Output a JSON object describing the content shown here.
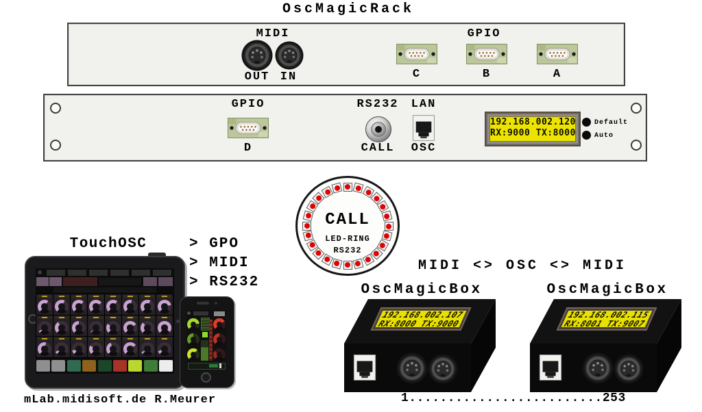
{
  "title": "OscMagicRack",
  "colors": {
    "led_red": "#dd0404",
    "lcd_yellow": "#ece400",
    "knob_purple": "#c7a3cf",
    "knob_purple_base": "#392d39",
    "knob_green": "#9ed42c",
    "knob_red": "#d63828"
  },
  "rack_top": {
    "midi_label": "MIDI",
    "midi_out": "OUT",
    "midi_in": "IN",
    "gpio_label": "GPIO",
    "gpio_ports": [
      "C",
      "B",
      "A"
    ]
  },
  "rack_bottom": {
    "gpio_label": "GPIO",
    "gpio_port": "D",
    "rs232_label": "RS232",
    "rs232_sub": "CALL",
    "lan_label": "LAN",
    "lan_sub": "OSC",
    "lcd_line1": "192.168.002.120",
    "lcd_line2": "RX:9000 TX:8000",
    "button_default": "Default",
    "button_auto": "Auto"
  },
  "led_ring": {
    "led_count": 24,
    "title": "CALL",
    "subtitle1": "LED-RING",
    "subtitle2": "RS232"
  },
  "touchosc": {
    "title": "TouchOSC",
    "outputs": [
      "> GPO",
      "> MIDI",
      "> RS232"
    ],
    "ipad_knob_levels": [
      0.62,
      0.6,
      0.66,
      0.7,
      0.64,
      0.55,
      0.6,
      0.78,
      0.05,
      0.38,
      0.5,
      0.02,
      0.3,
      0.72,
      0.35,
      0.97,
      0.55,
      0.08,
      0.12,
      0.28,
      0.42,
      0.7,
      0.06,
      0.1
    ],
    "ipad_pad_colors": [
      "#8f8f8f",
      "#8f8f8f",
      "#2e6b50",
      "#90601e",
      "#1d4527",
      "#a63326",
      "#bad72e",
      "#3f7c38",
      "#ededed"
    ],
    "iphone_knob_levels_left": [
      0.8,
      0.5,
      0.65
    ],
    "iphone_knob_levels_right": [
      0.72,
      0.5,
      0.3
    ]
  },
  "link_label": "MIDI <> OSC <> MIDI",
  "boxes": [
    {
      "title": "OscMagicBox",
      "lcd_line1": "192.168.002.107",
      "lcd_line2": "RX:8000 TX:9000"
    },
    {
      "title": "OscMagicBox",
      "lcd_line1": "192.168.002.115",
      "lcd_line2": "RX:8001 TX:9007"
    }
  ],
  "range_label": "1.........................253",
  "credit": "mLab.midisoft.de R.Meurer"
}
